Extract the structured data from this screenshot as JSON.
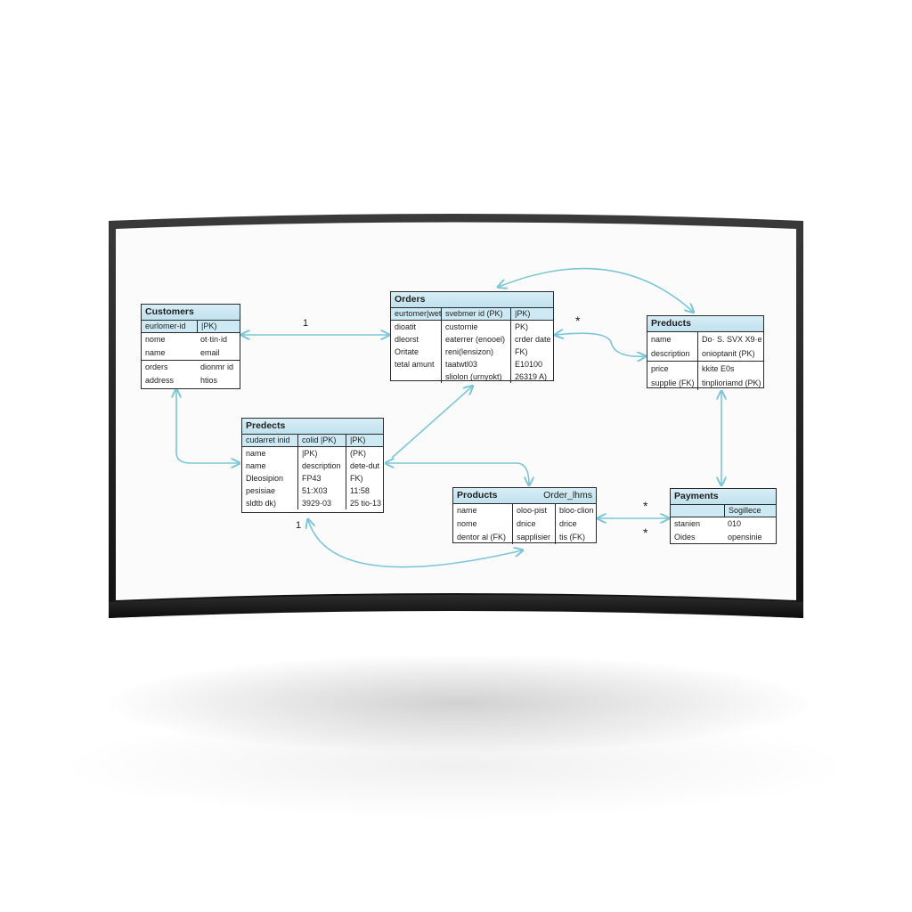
{
  "colors": {
    "link": "#7cc6d8",
    "header_fill": "#cde9f3",
    "bezel": "#1c1c1c"
  },
  "tables": {
    "customers": {
      "title": "Customers",
      "header": [
        "eurlomer-id",
        "|PK)"
      ],
      "rows": [
        [
          "nome",
          "ot·tin·id"
        ],
        [
          "name",
          "email"
        ],
        [
          "orders",
          "dionmr id"
        ],
        [
          "address",
          "htios"
        ]
      ]
    },
    "orders": {
      "title": "Orders",
      "header": [
        "eurtomer|wets",
        "svebmer id (PK)",
        "|PK)"
      ],
      "rows": [
        [
          "dioatit",
          "custornie",
          "PK)"
        ],
        [
          "dleorst",
          "eaterrer (enooel)",
          "crder date"
        ],
        [
          "Oritate",
          "reni(lensizon)",
          "FK)"
        ],
        [
          "tetal amunt",
          "taatwtl03",
          "E10100"
        ],
        [
          "",
          "sliolon (urnyokt)",
          "26319 A)"
        ]
      ]
    },
    "products_right": {
      "title": "Preducts",
      "header": [],
      "rows": [
        [
          "name",
          "Do· S. SVX X9·e"
        ],
        [
          "description",
          "onioptanit (PK)"
        ],
        [
          "price",
          "kkite             E0s"
        ],
        [
          "supplie (FK)",
          "tinplioriamd (PK)"
        ]
      ]
    },
    "products_mid": {
      "title": "Predects",
      "header": [
        "cudarret inid",
        "colid |PK)",
        "|PK)"
      ],
      "rows": [
        [
          "name",
          "|PK)",
          "(PK)"
        ],
        [
          "name",
          "description",
          "dete-dut"
        ],
        [
          "Dleosipion",
          "FP43",
          "FK)"
        ],
        [
          "pesisiae",
          "51:X03",
          "11:58"
        ],
        [
          "sldtb dk)",
          "3929·03",
          "25 tio-13"
        ]
      ]
    },
    "products_order": {
      "title": "Products",
      "title_right": "Order_lhms",
      "rows": [
        [
          "name",
          "oloo-pist",
          "bloo·clion"
        ],
        [
          "nome",
          "dnice",
          "drice"
        ],
        [
          "dentor al (FK)",
          "sapplisier",
          "tis (FK)"
        ]
      ]
    },
    "payments": {
      "title": "Payments",
      "header": [
        "",
        "Sogillece"
      ],
      "rows": [
        [
          "stanien",
          "010"
        ],
        [
          "Oides",
          "opensinie"
        ]
      ]
    }
  },
  "labels": {
    "one_a": "1",
    "star_a": "*",
    "one_b": "1",
    "star_b": "*",
    "star_c": "*"
  }
}
